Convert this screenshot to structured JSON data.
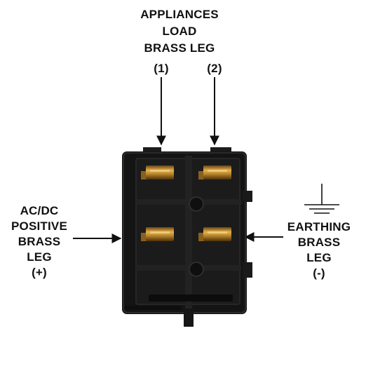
{
  "top_label": {
    "lines": [
      "APPLIANCES",
      "LOAD",
      "BRASS LEG"
    ],
    "leg1": "(1)",
    "leg2": "(2)"
  },
  "left_label": {
    "lines": [
      "AC/DC",
      "POSITIVE",
      "BRASS",
      "LEG",
      "(+)"
    ]
  },
  "right_label": {
    "lines": [
      "EARTHING",
      "BRASS",
      "LEG",
      "(-)"
    ]
  },
  "icons": {
    "ground": "ground-symbol-icon"
  },
  "colors": {
    "switch_body": "#141414",
    "terminal_brass": "#b9872c",
    "arrow": "#111111"
  }
}
